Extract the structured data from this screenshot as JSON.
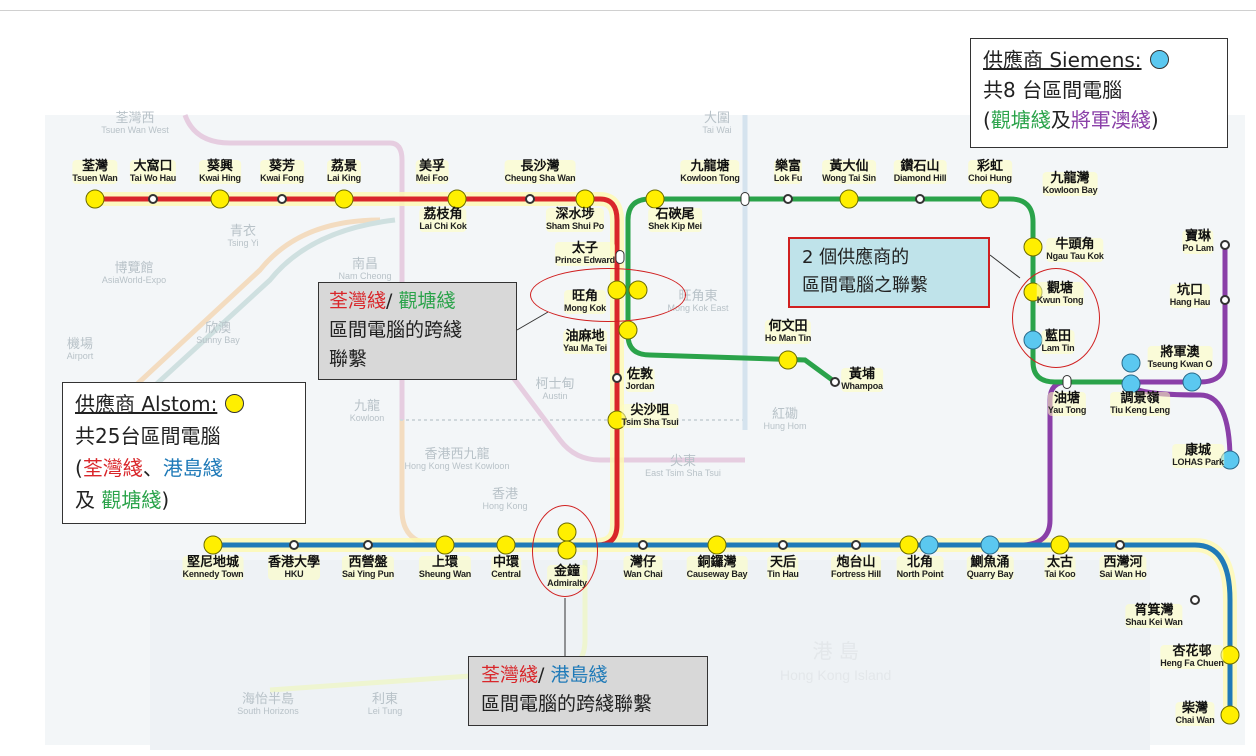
{
  "colors": {
    "tsuen_wan_line": "#d9262a",
    "kwun_tong_line": "#2aa34a",
    "island_line": "#1f7ab8",
    "tseung_kwan_o_line": "#8a3fa8",
    "alstom": "#ffef00",
    "siemens": "#5bc8f0"
  },
  "legend_siemens": {
    "title": "供應商 Siemens:",
    "line2": "共8 台區間電腦",
    "open": "(",
    "kt": "觀塘綫",
    "and": "及",
    "tko": "將軍澳綫",
    "close": ")"
  },
  "legend_alstom": {
    "title": "供應商 Alstom:",
    "line2": "共25台區間電腦",
    "open": "(",
    "tw": "荃灣綫",
    "sep": "、",
    "il": "港島綫",
    "and": "及 ",
    "kt": "觀塘綫",
    "close": ")"
  },
  "callout_tw_kt": {
    "tw": "荃灣綫",
    "slash": "/ ",
    "kt": "觀塘綫",
    "line2": "區間電腦的跨綫",
    "line3": "聯繫"
  },
  "callout_vendors": {
    "line1": "2 個供應商的",
    "line2": "區間電腦之聯繫"
  },
  "callout_tw_il": {
    "tw": "荃灣綫",
    "slash": "/ ",
    "il": "港島綫",
    "line2": "區間電腦的跨綫聯繫"
  },
  "stations": [
    {
      "zh": "荃灣",
      "en": "Tsuen Wan",
      "vendor": "alstom"
    },
    {
      "zh": "大窩口",
      "en": "Tai Wo Hau",
      "vendor": "none"
    },
    {
      "zh": "葵興",
      "en": "Kwai Hing",
      "vendor": "alstom"
    },
    {
      "zh": "葵芳",
      "en": "Kwai Fong",
      "vendor": "none"
    },
    {
      "zh": "荔景",
      "en": "Lai King",
      "vendor": "alstom"
    },
    {
      "zh": "美孚",
      "en": "Mei Foo",
      "vendor": "alstom"
    },
    {
      "zh": "荔枝角",
      "en": "Lai Chi Kok",
      "vendor": "label"
    },
    {
      "zh": "長沙灣",
      "en": "Cheung Sha Wan",
      "vendor": "none"
    },
    {
      "zh": "深水埗",
      "en": "Sham Shui Po",
      "vendor": "alstom"
    },
    {
      "zh": "太子",
      "en": "Prince Edward",
      "vendor": "ix"
    },
    {
      "zh": "旺角",
      "en": "Mong Kok",
      "vendor": "alstom"
    },
    {
      "zh": "油麻地",
      "en": "Yau Ma Tei",
      "vendor": "alstom"
    },
    {
      "zh": "佐敦",
      "en": "Jordan",
      "vendor": "none"
    },
    {
      "zh": "尖沙咀",
      "en": "Tsim Sha Tsui",
      "vendor": "alstom"
    },
    {
      "zh": "金鐘",
      "en": "Admiralty",
      "vendor": "alstom"
    },
    {
      "zh": "石硤尾",
      "en": "Shek Kip Mei",
      "vendor": "alstom"
    },
    {
      "zh": "九龍塘",
      "en": "Kowloon Tong",
      "vendor": "ix"
    },
    {
      "zh": "樂富",
      "en": "Lok Fu",
      "vendor": "none"
    },
    {
      "zh": "黃大仙",
      "en": "Wong Tai Sin",
      "vendor": "alstom"
    },
    {
      "zh": "鑽石山",
      "en": "Diamond Hill",
      "vendor": "none"
    },
    {
      "zh": "彩虹",
      "en": "Choi Hung",
      "vendor": "alstom"
    },
    {
      "zh": "九龍灣",
      "en": "Kowloon Bay",
      "vendor": "label"
    },
    {
      "zh": "牛頭角",
      "en": "Ngau Tau Kok",
      "vendor": "alstom"
    },
    {
      "zh": "觀塘",
      "en": "Kwun Tong",
      "vendor": "alstom"
    },
    {
      "zh": "藍田",
      "en": "Lam Tin",
      "vendor": "siemens"
    },
    {
      "zh": "油塘",
      "en": "Yau Tong",
      "vendor": "ix"
    },
    {
      "zh": "調景嶺",
      "en": "Tiu Keng Leng",
      "vendor": "siemens"
    },
    {
      "zh": "將軍澳",
      "en": "Tseung Kwan O",
      "vendor": "siemens"
    },
    {
      "zh": "寶琳",
      "en": "Po Lam",
      "vendor": "none"
    },
    {
      "zh": "坑口",
      "en": "Hang Hau",
      "vendor": "none"
    },
    {
      "zh": "康城",
      "en": "LOHAS Park",
      "vendor": "siemens"
    },
    {
      "zh": "何文田",
      "en": "Ho Man Tin",
      "vendor": "alstom"
    },
    {
      "zh": "黃埔",
      "en": "Whampoa",
      "vendor": "none"
    },
    {
      "zh": "堅尼地城",
      "en": "Kennedy Town",
      "vendor": "alstom"
    },
    {
      "zh": "香港大學",
      "en": "HKU",
      "vendor": "none"
    },
    {
      "zh": "西營盤",
      "en": "Sai Ying Pun",
      "vendor": "none"
    },
    {
      "zh": "上環",
      "en": "Sheung Wan",
      "vendor": "alstom"
    },
    {
      "zh": "中環",
      "en": "Central",
      "vendor": "alstom"
    },
    {
      "zh": "灣仔",
      "en": "Wan Chai",
      "vendor": "none"
    },
    {
      "zh": "銅鑼灣",
      "en": "Causeway Bay",
      "vendor": "alstom"
    },
    {
      "zh": "天后",
      "en": "Tin Hau",
      "vendor": "none"
    },
    {
      "zh": "炮台山",
      "en": "Fortress Hill",
      "vendor": "none"
    },
    {
      "zh": "北角",
      "en": "North Point",
      "vendor": "alstom"
    },
    {
      "zh": "鰂魚涌",
      "en": "Quarry Bay",
      "vendor": "siemens"
    },
    {
      "zh": "太古",
      "en": "Tai Koo",
      "vendor": "alstom"
    },
    {
      "zh": "西灣河",
      "en": "Sai Wan Ho",
      "vendor": "none"
    },
    {
      "zh": "筲箕灣",
      "en": "Shau Kei Wan",
      "vendor": "none"
    },
    {
      "zh": "杏花邨",
      "en": "Heng Fa Chuen",
      "vendor": "alstom"
    },
    {
      "zh": "柴灣",
      "en": "Chai Wan",
      "vendor": "alstom"
    }
  ],
  "faded_labels": [
    {
      "zh": "荃灣西",
      "en": "Tsuen Wan West"
    },
    {
      "zh": "大圍",
      "en": "Tai Wai"
    },
    {
      "zh": "青衣",
      "en": "Tsing Yi"
    },
    {
      "zh": "博覽館",
      "en": "AsiaWorld-Expo"
    },
    {
      "zh": "南昌",
      "en": "Nam Cheong"
    },
    {
      "zh": "欣澳",
      "en": "Sunny Bay"
    },
    {
      "zh": "機場",
      "en": "Airport"
    },
    {
      "zh": "九龍",
      "en": "Kowloon"
    },
    {
      "zh": "柯士甸",
      "en": "Austin"
    },
    {
      "zh": "香港西九龍",
      "en": "Hong Kong West Kowloon"
    },
    {
      "zh": "香港",
      "en": "Hong Kong"
    },
    {
      "zh": "旺角東",
      "en": "Mong Kok East"
    },
    {
      "zh": "紅磡",
      "en": "Hung Hom"
    },
    {
      "zh": "尖東",
      "en": "East Tsim Sha Tsui"
    },
    {
      "zh": "海怡半島",
      "en": "South Horizons"
    },
    {
      "zh": "利東",
      "en": "Lei Tung"
    }
  ],
  "island_label": {
    "zh": "港 島",
    "en": "Hong Kong Island"
  }
}
